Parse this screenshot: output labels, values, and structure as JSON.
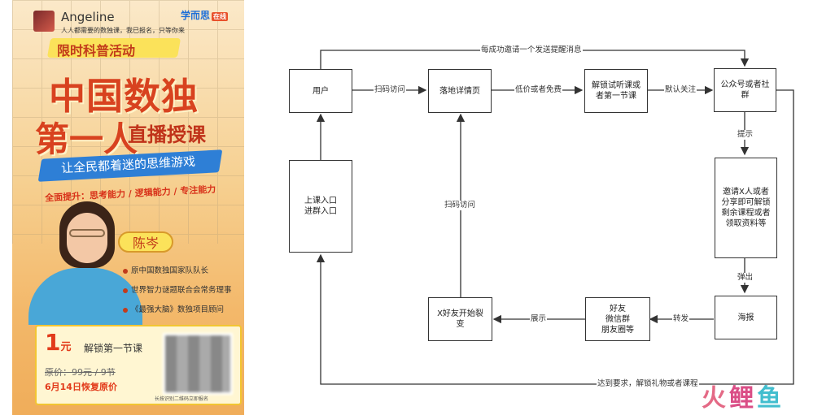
{
  "poster": {
    "username": "Angeline",
    "user_tagline": "人人都需要的数独课，我已报名，只等你来",
    "brand": "学而思",
    "brand_badge": "在线",
    "tag": "限时科普活动",
    "title_line1": "中国数独",
    "title_line2": "第一人",
    "title_line2_suffix": "直播授课",
    "ribbon": "让全民都着迷的思维游戏",
    "skills": "全面提升：思考能力 / 逻辑能力 / 专注能力",
    "teacher_name": "陈岑",
    "bullets": [
      "原中国数独国家队队长",
      "世界智力谜题联合会常务理事",
      "《最强大脑》数独项目顾问"
    ],
    "price": "1",
    "price_unit": "元",
    "unlock_text": "解锁第一节课",
    "original_price": "原价：99元 / 9节",
    "restore_date": "6月14日恢复原价",
    "qr_note": "长按识别二维码立即报名"
  },
  "flowchart": {
    "nodes": {
      "user": "用户",
      "landing": "落地详情页",
      "unlock": "解锁试听课或\n者第一节课",
      "official": "公众号或者社\n群",
      "invite": "邀请X人或者\n分享即可解锁\n剩余课程或者\n领取资料等",
      "poster": "海报",
      "friends": "好友\n微信群\n朋友圈等",
      "fission": "X好友开始裂\n变",
      "class_entry": "上课入口\n进群入口"
    },
    "edge_labels": {
      "scan1": "扫码访问",
      "lowprice": "低价或者免费",
      "follow": "默认关注",
      "reminder": "每成功邀请一个发送提醒消息",
      "prompt": "提示",
      "popup": "弹出",
      "forward": "转发",
      "show": "展示",
      "scan2": "扫码访问",
      "reward": "达到要求，解锁礼物或者课程"
    }
  },
  "watermark": "火鲤鱼"
}
